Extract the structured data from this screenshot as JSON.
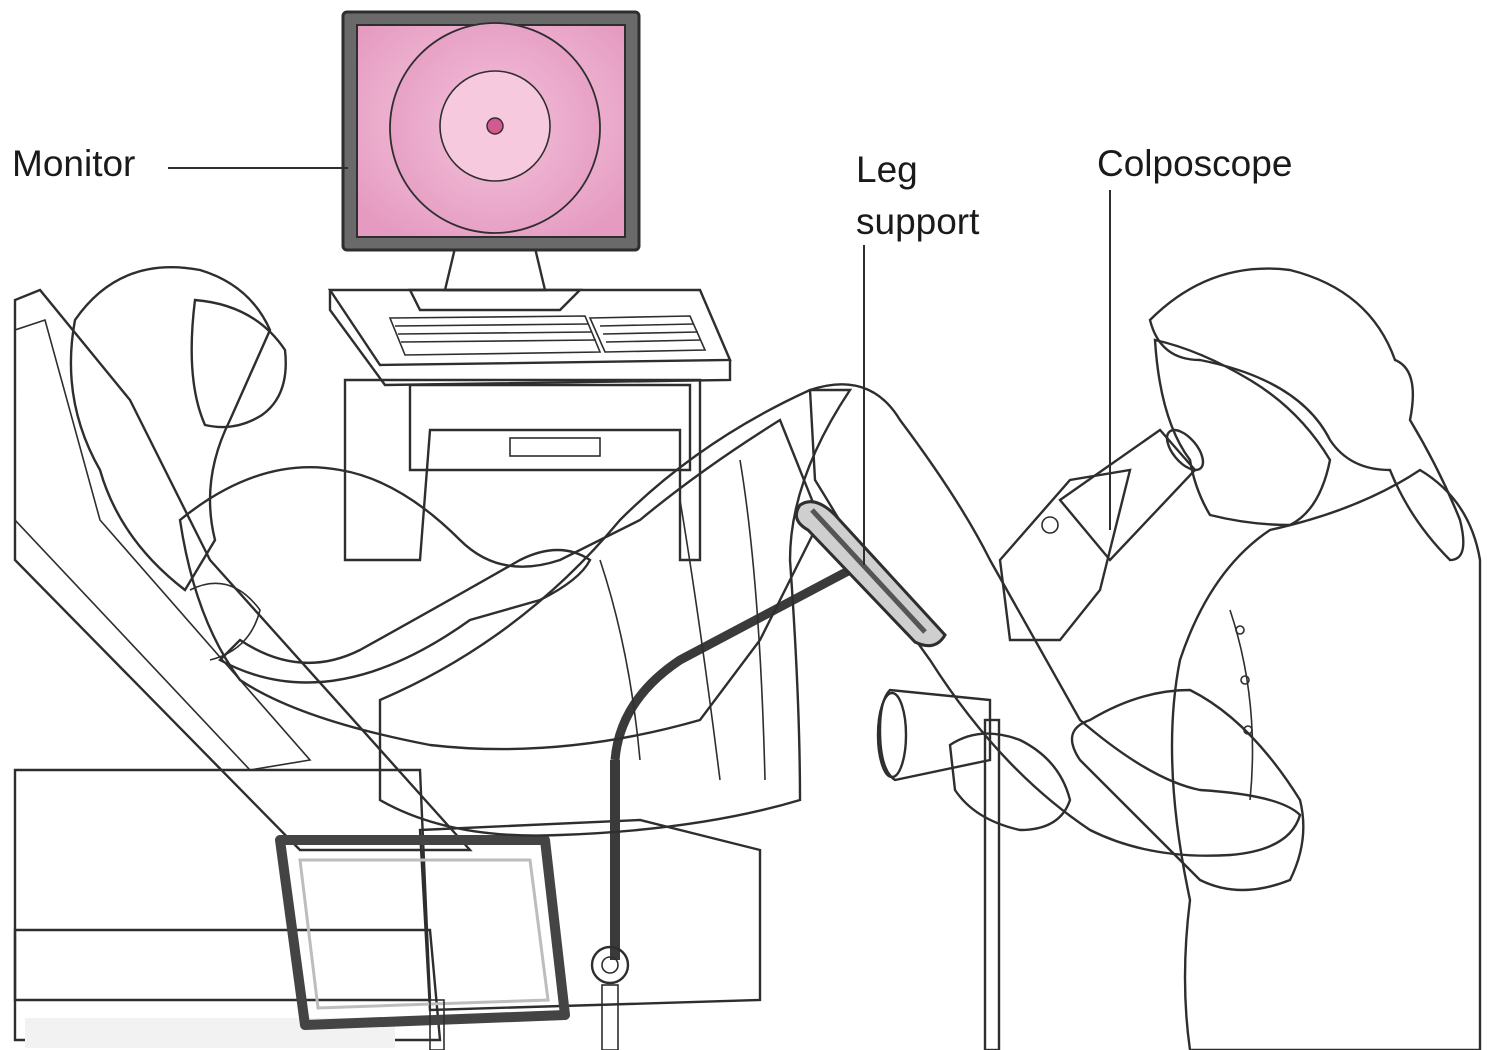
{
  "labels": {
    "monitor": "Monitor",
    "leg_support_line1": "Leg",
    "leg_support_line2": "support",
    "colposcope": "Colposcope"
  },
  "colors": {
    "screen_pink": "#e9a4c6",
    "screen_center": "#d35a90",
    "equipment_gray": "#d9d9d9",
    "skin_gray": "#e6e6e6",
    "outline": "#2e2e2e"
  }
}
